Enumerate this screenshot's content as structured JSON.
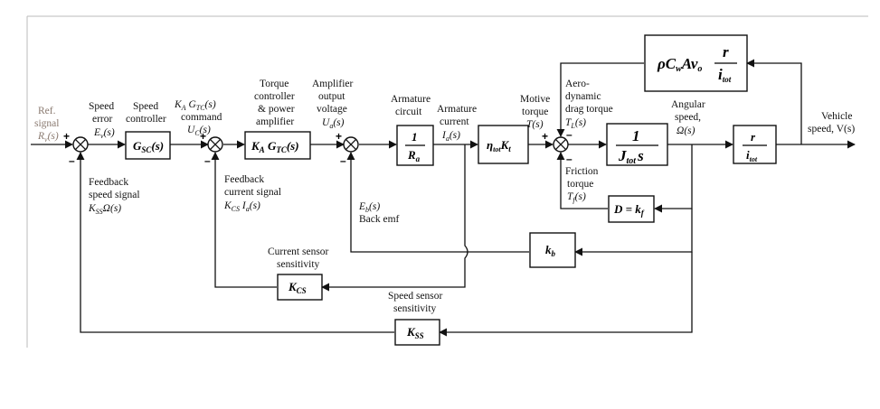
{
  "blocks": {
    "speed_controller": "G",
    "speed_controller_sub": "SC",
    "speed_controller_arg": "(s)",
    "torque_controller": "K",
    "torque_controller_sub1": "A",
    "torque_controller_mid": " G",
    "torque_controller_sub2": "TC",
    "torque_controller_arg": "(s)",
    "armature_num": "1",
    "armature_den": "R",
    "armature_den_sub": "a",
    "torque_const": "η",
    "torque_const_sub1": "tot",
    "torque_const_mid": "K",
    "torque_const_sub2": "t",
    "inertia_num": "1",
    "inertia_den": "J",
    "inertia_den_sub": "tot",
    "inertia_den_tail": "s",
    "gear_num": "r",
    "gear_den": "i",
    "gear_den_sub": "tot",
    "aero_main": "ρC",
    "aero_sub1": "w",
    "aero_mid": "Av",
    "aero_sub2": "o",
    "aero_num": "r",
    "aero_den": "i",
    "aero_den_sub": "tot",
    "friction": "D = k",
    "friction_sub": "f",
    "backemf_gain": "k",
    "backemf_gain_sub": "b",
    "current_sensor": "K",
    "current_sensor_sub": "CS",
    "speed_sensor": "K",
    "speed_sensor_sub": "SS"
  },
  "labels": {
    "ref_signal_1": "Ref.",
    "ref_signal_2": "signal",
    "ref_signal_3": "R",
    "ref_signal_3_sub": "v",
    "ref_signal_3_tail": "(s)",
    "speed_error_1": "Speed",
    "speed_error_2": "error",
    "speed_error_3": "E",
    "speed_error_3_sub": "v",
    "speed_error_3_tail": "(s)",
    "speed_ctrl_1": "Speed",
    "speed_ctrl_2": "controller",
    "command_1": "K",
    "command_1_sub": "A",
    "command_1_mid": " G",
    "command_1_sub2": "TC",
    "command_1_tail": "(s)",
    "command_2": "command",
    "command_3": "U",
    "command_3_sub": "C",
    "command_3_tail": "(s)",
    "torque_ctrl_1": "Torque",
    "torque_ctrl_2": "controller",
    "torque_ctrl_3": "& power",
    "torque_ctrl_4": "amplifier",
    "amp_out_1": "Amplifier",
    "amp_out_2": "output",
    "amp_out_3": "voltage",
    "amp_out_4": "U",
    "amp_out_4_sub": "a",
    "amp_out_4_tail": "(s)",
    "arm_circuit_1": "Armature",
    "arm_circuit_2": "circuit",
    "arm_current_1": "Armature",
    "arm_current_2": "current",
    "arm_current_3": "I",
    "arm_current_3_sub": "a",
    "arm_current_3_tail": "(s)",
    "motive_1": "Motive",
    "motive_2": "torque",
    "motive_3": "T(s)",
    "aero_1": "Aero-",
    "aero_2": "dynamic",
    "aero_3": "drag torque",
    "aero_4": "T",
    "aero_4_sub": "L",
    "aero_4_tail": "(s)",
    "angular_1": "Angular",
    "angular_2": "speed,",
    "angular_3": "Ω(s)",
    "vehicle_1": "Vehicle",
    "vehicle_2": "speed, V(s)",
    "friction_1": "Friction",
    "friction_2": "torque",
    "friction_3": "T",
    "friction_3_sub": "f",
    "friction_3_tail": "(s)",
    "fb_speed_1": "Feedback",
    "fb_speed_2": "speed signal",
    "fb_speed_3": "K",
    "fb_speed_3_sub": "SS",
    "fb_speed_3_tail": "Ω(s)",
    "fb_current_1": "Feedback",
    "fb_current_2": "current signal",
    "fb_current_3": "K",
    "fb_current_3_sub": "CS",
    "fb_current_3_mid": " I",
    "fb_current_3_sub2": "a",
    "fb_current_3_tail": "(s)",
    "backemf_1": "E",
    "backemf_1_sub": "b",
    "backemf_1_tail": "(s)",
    "backemf_2": "Back emf",
    "cur_sensor_1": "Current sensor",
    "cur_sensor_2": "sensitivity",
    "spd_sensor_1": "Speed sensor",
    "spd_sensor_2": "sensitivity"
  },
  "signs": {
    "plus": "+",
    "minus": "–"
  }
}
